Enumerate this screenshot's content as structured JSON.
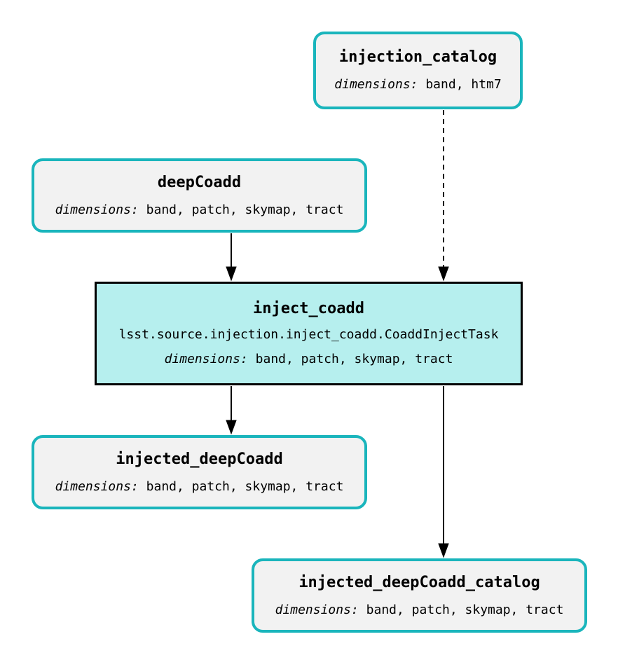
{
  "diagram": {
    "type": "pipeline-flowchart",
    "nodes": {
      "injection_catalog": {
        "kind": "dataset",
        "title": "injection_catalog",
        "dimensions_label": "dimensions:",
        "dimensions": "band, htm7"
      },
      "deepCoadd": {
        "kind": "dataset",
        "title": "deepCoadd",
        "dimensions_label": "dimensions:",
        "dimensions": "band, patch, skymap, tract"
      },
      "inject_coadd": {
        "kind": "task",
        "title": "inject_coadd",
        "task_class": "lsst.source.injection.inject_coadd.CoaddInjectTask",
        "dimensions_label": "dimensions:",
        "dimensions": "band, patch, skymap, tract"
      },
      "injected_deepCoadd": {
        "kind": "dataset",
        "title": "injected_deepCoadd",
        "dimensions_label": "dimensions:",
        "dimensions": "band, patch, skymap, tract"
      },
      "injected_deepCoadd_catalog": {
        "kind": "dataset",
        "title": "injected_deepCoadd_catalog",
        "dimensions_label": "dimensions:",
        "dimensions": "band, patch, skymap, tract"
      }
    },
    "edges": [
      {
        "from": "injection_catalog",
        "to": "inject_coadd",
        "style": "dashed",
        "arrowhead": "filled-triangle"
      },
      {
        "from": "deepCoadd",
        "to": "inject_coadd",
        "style": "solid",
        "arrowhead": "filled-triangle"
      },
      {
        "from": "inject_coadd",
        "to": "injected_deepCoadd",
        "style": "solid",
        "arrowhead": "filled-triangle"
      },
      {
        "from": "inject_coadd",
        "to": "injected_deepCoadd_catalog",
        "style": "solid",
        "arrowhead": "filled-triangle"
      }
    ],
    "colors": {
      "dataset_border": "#1ab5bc",
      "dataset_fill": "#f2f2f2",
      "task_fill": "#b6efee",
      "task_border": "#000000",
      "edge_color": "#000000",
      "text_color": "#000000"
    }
  }
}
